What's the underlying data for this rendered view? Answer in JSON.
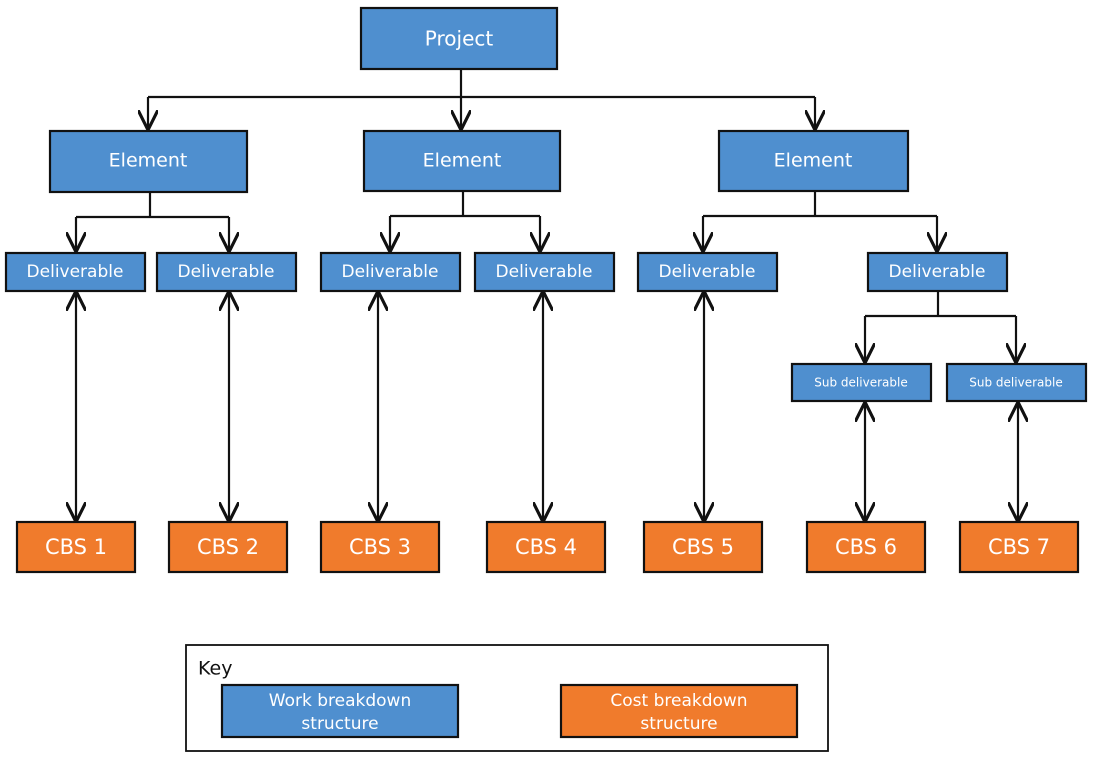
{
  "colors": {
    "wbs_fill": "#4f8fcf",
    "cbs_fill": "#f07b2c",
    "line": "#111111",
    "text_on_fill": "#ffffff"
  },
  "diagram": {
    "project": {
      "label": "Project"
    },
    "elements": [
      {
        "label": "Element"
      },
      {
        "label": "Element"
      },
      {
        "label": "Element"
      }
    ],
    "deliverables": [
      {
        "label": "Deliverable"
      },
      {
        "label": "Deliverable"
      },
      {
        "label": "Deliverable"
      },
      {
        "label": "Deliverable"
      },
      {
        "label": "Deliverable"
      },
      {
        "label": "Deliverable"
      }
    ],
    "sub_deliverables": [
      {
        "label": "Sub deliverable"
      },
      {
        "label": "Sub deliverable"
      }
    ],
    "cbs": [
      {
        "label": "CBS 1"
      },
      {
        "label": "CBS 2"
      },
      {
        "label": "CBS 3"
      },
      {
        "label": "CBS 4"
      },
      {
        "label": "CBS 5"
      },
      {
        "label": "CBS 6"
      },
      {
        "label": "CBS 7"
      }
    ]
  },
  "key": {
    "title": "Key",
    "wbs": {
      "line1": "Work breakdown",
      "line2": "structure"
    },
    "cbs": {
      "line1": "Cost breakdown",
      "line2": "structure"
    }
  }
}
